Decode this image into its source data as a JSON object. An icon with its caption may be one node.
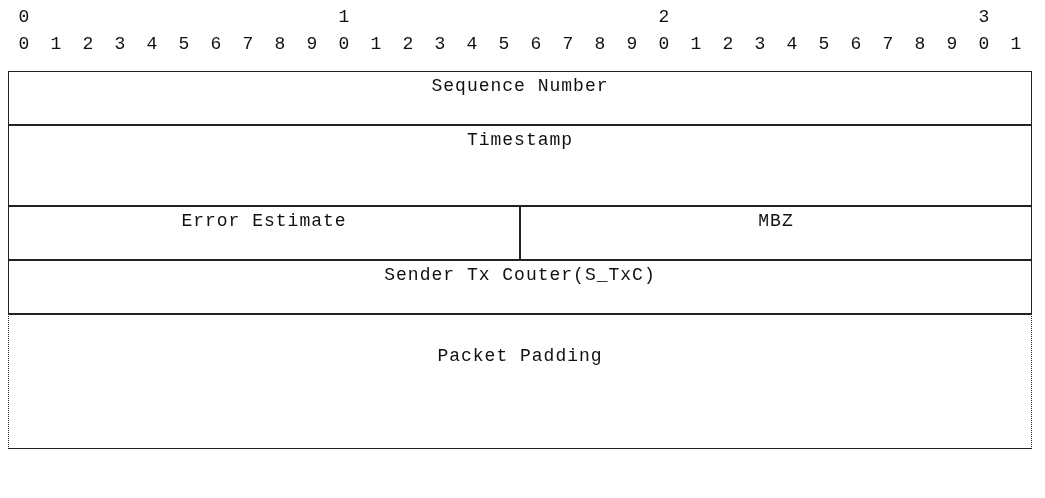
{
  "diagram": {
    "nodes": [
      {
        "text": [
          "Sequence Number"
        ]
      },
      {
        "text": [
          "Timestamp"
        ]
      },
      {
        "text": [
          "Error Estimate"
        ]
      },
      {
        "text": [
          "MBZ"
        ]
      },
      {
        "text": [
          "Sender Tx Couter(S_TxC)"
        ]
      },
      {
        "text": [
          "Packet Padding"
        ]
      }
    ],
    "labels": [
      "0",
      "1",
      "2",
      "3",
      "0",
      "1",
      "2",
      "3",
      "4",
      "5",
      "6",
      "7",
      "8",
      "9",
      "0",
      "1",
      "2",
      "3",
      "4",
      "5",
      "6",
      "7",
      "8",
      "9",
      "0",
      "1",
      "2",
      "3",
      "4",
      "5",
      "6",
      "7",
      "8",
      "9",
      "0",
      "1"
    ]
  }
}
